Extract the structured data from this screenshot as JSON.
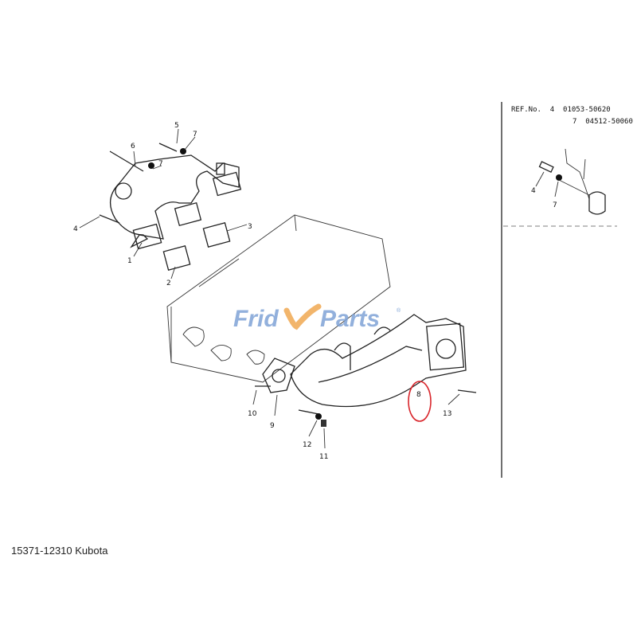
{
  "ref_table": {
    "label": "REF.No.",
    "rows": [
      {
        "ref": "4",
        "part": "01053-50620"
      },
      {
        "ref": "7",
        "part": "04512-50060"
      }
    ]
  },
  "watermark": {
    "part1": "Frid",
    "part2": "Parts",
    "mark": "®",
    "colors": {
      "text": "#7fa3d6",
      "swoosh": "#f2b56b"
    }
  },
  "callouts": {
    "c1": "1",
    "c2": "2",
    "c3": "3",
    "c4": "4",
    "c5": "5",
    "c6": "6",
    "c7a": "7",
    "c7b": "7",
    "c8": "8",
    "c9": "9",
    "c10": "10",
    "c11": "11",
    "c12": "12",
    "c13": "13",
    "r4": "4",
    "r7": "7"
  },
  "highlight": {
    "ref": "8",
    "color": "#d9262c"
  },
  "caption": "15371-12310 Kubota"
}
